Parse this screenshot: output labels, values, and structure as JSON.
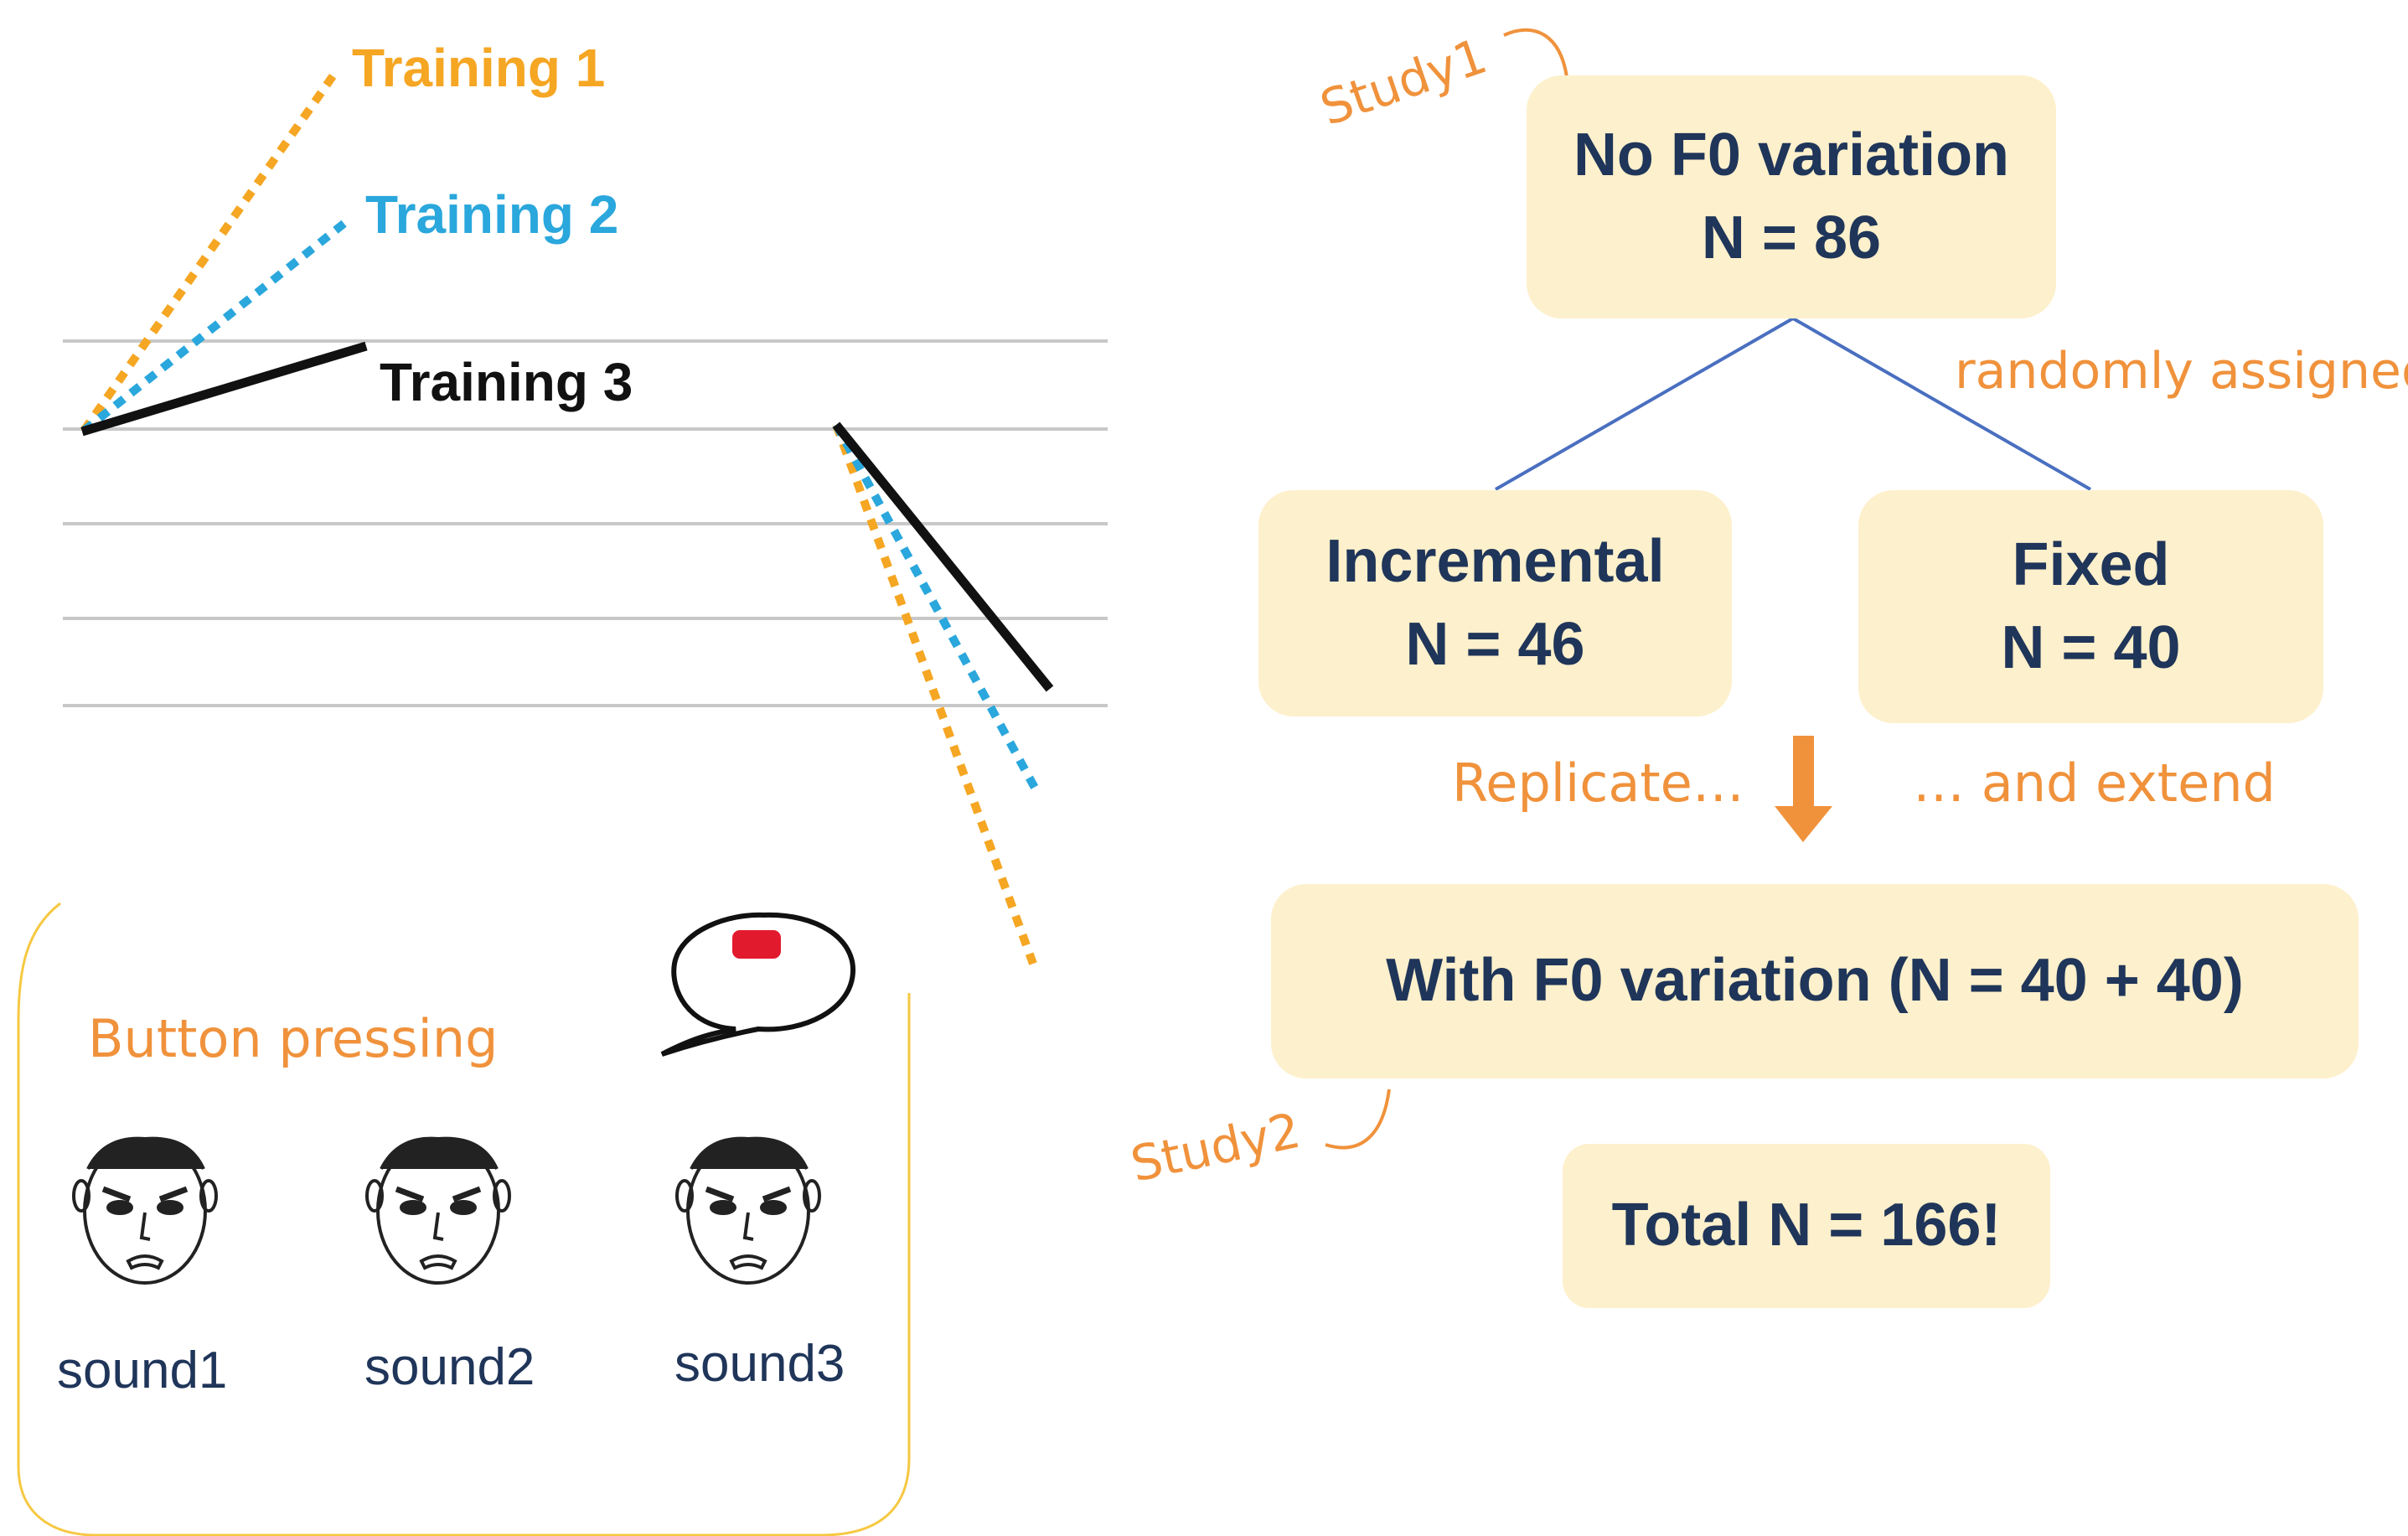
{
  "training": {
    "t1_label": "Training 1",
    "t2_label": "Training 2",
    "t3_label": "Training 3",
    "colors": {
      "t1": "#F5A623",
      "t2": "#2AA7DC",
      "t3": "#111111",
      "staff": "#C8C8C8"
    }
  },
  "response_panel": {
    "label": "Button pressing",
    "sounds": [
      "sound1",
      "sound2",
      "sound3"
    ],
    "border_color": "#F6C842",
    "button_color": "#E21A2E"
  },
  "flow": {
    "study1_label": "Study1",
    "study2_label": "Study2",
    "top_box": {
      "line1": "No F0 variation",
      "line2": "N = 86"
    },
    "assign_label": "randomly assigned",
    "incremental_box": {
      "line1": "Incremental",
      "line2": "N = 46"
    },
    "fixed_box": {
      "line1": "Fixed",
      "line2": "N = 40"
    },
    "replicate_label": "Replicate…",
    "extend_label": "… and extend",
    "variation_box": {
      "line1": "With F0 variation (N = 40 + 40)"
    },
    "total_box": {
      "line1": "Total N = 166!"
    },
    "colors": {
      "box_fill": "#FDF0CC",
      "box_text": "#1F3559",
      "accent": "#F0923C",
      "connector": "#4A6FC0"
    }
  }
}
